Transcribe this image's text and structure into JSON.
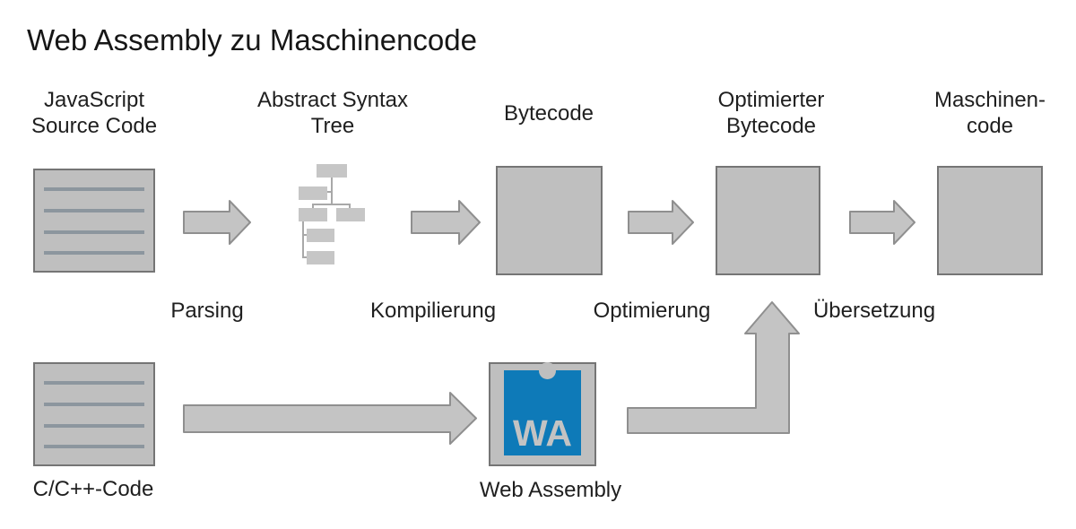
{
  "title": "Web Assembly zu Maschinencode",
  "diagram": {
    "stages": [
      {
        "id": "js-source",
        "label_line1": "JavaScript",
        "label_line2": "Source Code"
      },
      {
        "id": "ast",
        "label_line1": "Abstract Syntax",
        "label_line2": "Tree"
      },
      {
        "id": "bytecode",
        "label_line1": "Bytecode",
        "label_line2": ""
      },
      {
        "id": "optimized-bytecode",
        "label_line1": "Optimierter",
        "label_line2": "Bytecode"
      },
      {
        "id": "machine-code",
        "label_line1": "Maschinen-",
        "label_line2": "code"
      }
    ],
    "steps": [
      {
        "label": "Parsing"
      },
      {
        "label": "Kompilierung"
      },
      {
        "label": "Optimierung"
      },
      {
        "label": "Übersetzung"
      }
    ],
    "bottom_flow": {
      "source_label": "C/C++-Code",
      "wasm_label": "Web Assembly",
      "wasm_logo_text": "WA"
    }
  },
  "icons": {
    "document_icon": "gray box with horizontal code lines",
    "ast_icon": "tree of small gray boxes",
    "wasm_logo_icon": "blue square with top notch and WA letters",
    "arrow_icon": "block arrow"
  },
  "colors": {
    "background": "#ffffff",
    "box_fill": "#bfbfbf",
    "box_border": "#757575",
    "arrow_fill": "#c4c4c4",
    "arrow_border": "#8f8f8f",
    "code_line": "#8c969e",
    "ast_box_fill": "#c6c6c6",
    "ast_connector": "#a8a8a8",
    "wasm_blue": "#0e7ab8",
    "wasm_letters": "#c3c3c3",
    "text": "#1f1f1f"
  }
}
